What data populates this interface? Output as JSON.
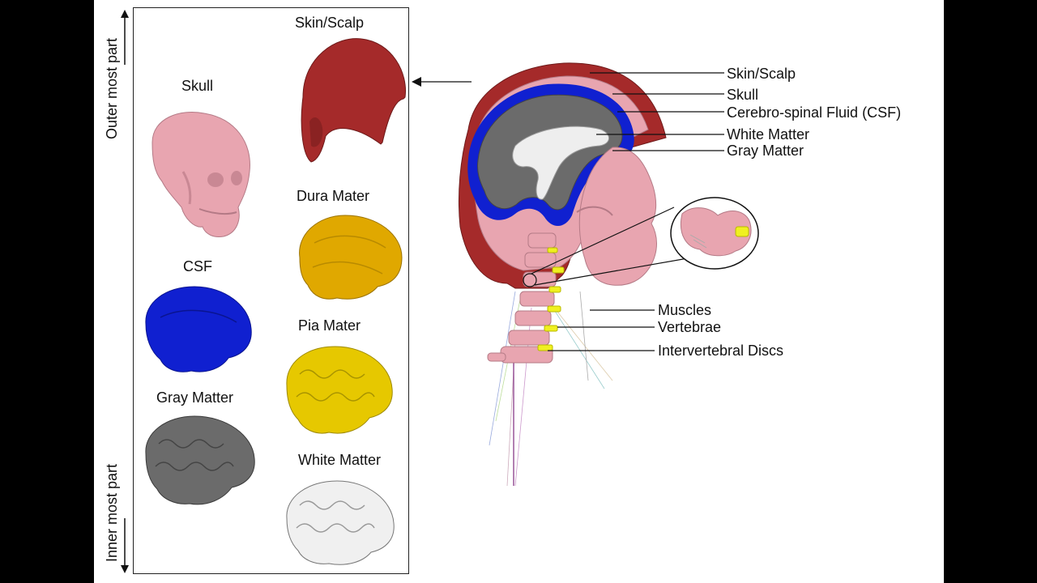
{
  "orientation": {
    "outer": "Outer most part",
    "inner": "Inner most part"
  },
  "panel": {
    "skin_scalp": "Skin/Scalp",
    "skull": "Skull",
    "dura_mater": "Dura Mater",
    "csf": "CSF",
    "pia_mater": "Pia Mater",
    "gray_matter": "Gray Matter",
    "white_matter": "White Matter"
  },
  "callouts": {
    "skin_scalp": "Skin/Scalp",
    "skull": "Skull",
    "csf": "Cerebro-spinal Fluid (CSF)",
    "white_matter": "White Matter",
    "gray_matter": "Gray Matter",
    "muscles": "Muscles",
    "vertebrae": "Vertebrae",
    "discs": "Intervertebral Discs"
  },
  "colors": {
    "scalp": "#a52a2a",
    "skull": "#e8a5b0",
    "dura": "#e0a800",
    "csf": "#1020d0",
    "pia": "#e6c800",
    "gray_matter": "#6b6b6b",
    "white_matter": "#eeeeee"
  }
}
